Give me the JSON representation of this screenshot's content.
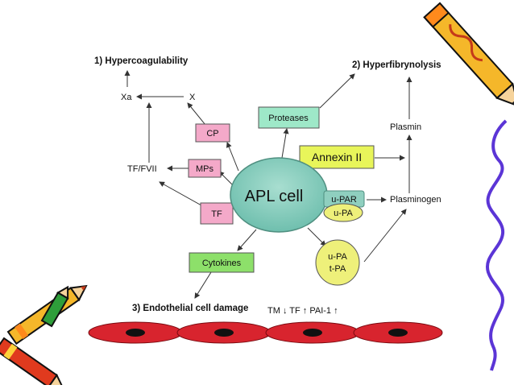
{
  "headings": {
    "hypercoagulability": "1) Hypercoagulability",
    "hyperfibrynolysis": "2) Hyperfibrynolysis",
    "endothelial": "3) Endothelial cell damage"
  },
  "labels": {
    "xa": "Xa",
    "x": "X",
    "tf_fvii": "TF/FVII",
    "plasmin": "Plasmin",
    "plasminogen": "Plasminogen",
    "markers": "TM ↓  TF ↑  PAI-1 ↑"
  },
  "boxes": {
    "cp": "CP",
    "mps": "MPs",
    "tf": "TF",
    "proteases": "Proteases",
    "annexin": "Annexin II",
    "cytokines": "Cytokines"
  },
  "center": {
    "apl_cell": "APL cell"
  },
  "receptors": {
    "upar": "u-PAR",
    "upa": "u-PA",
    "upa2": "u-PA",
    "tpa": "t-PA"
  },
  "colors": {
    "cell": "#8fcfbf",
    "pink": "#f4a9c9",
    "mint": "#9ee8c8",
    "annexin": "#e8f55a",
    "green": "#8de06a",
    "yellow": "#eef07a",
    "endothelial": "#d8242e",
    "nucleus": "#111111",
    "ribbon": "#5b35d6"
  }
}
